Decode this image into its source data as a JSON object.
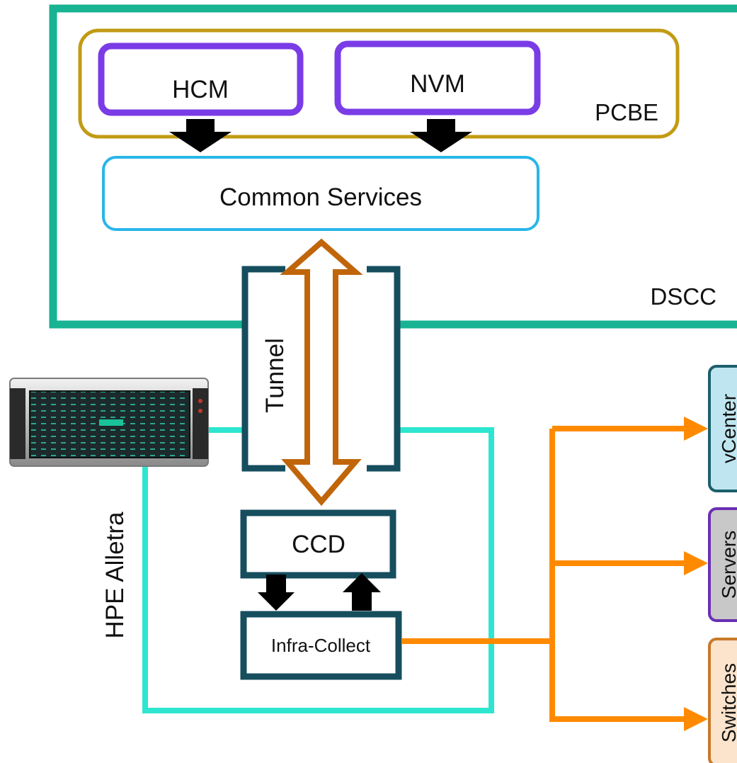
{
  "boundaries": {
    "dscc": "DSCC",
    "pcbe": "PCBE",
    "array": "HPE Alletra"
  },
  "services": {
    "hcm": "HCM",
    "nvm": "NVM",
    "common": "Common Services"
  },
  "connectivity": {
    "tunnel": "Tunnel",
    "ccd": "CCD",
    "infra_collect": "Infra-Collect"
  },
  "targets": [
    {
      "label": "vCenter",
      "fill": "#bfe6f0",
      "border": "#1b5f6b"
    },
    {
      "label": "Servers",
      "fill": "#c8c8c8",
      "border": "#6a2fb5"
    },
    {
      "label": "Switches",
      "fill": "#fbe3cc",
      "border": "#c8792a"
    }
  ],
  "colors": {
    "dscc_border": "#17b393",
    "pcbe_border": "#c29b14",
    "service_border": "#7a3ce6",
    "common_border": "#29b6e8",
    "tunnel_border": "#164e5e",
    "tunnel_arrow": "#c0650a",
    "array_loop": "#2ee6cf",
    "fanout": "#ff8a00"
  },
  "icons": {
    "storage": "storage-array-icon"
  }
}
